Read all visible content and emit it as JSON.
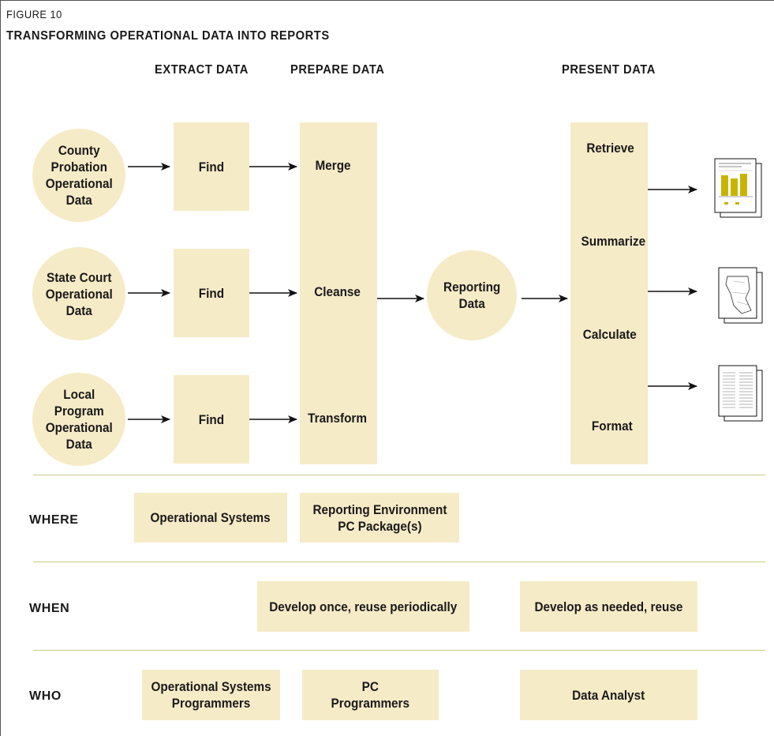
{
  "figure": {
    "label": "FIGURE 10",
    "title": "TRANSFORMING OPERATIONAL DATA INTO REPORTS"
  },
  "stages": {
    "extract": "EXTRACT DATA",
    "prepare": "PREPARE DATA",
    "present": "PRESENT DATA"
  },
  "sources": [
    "County\nProbation\nOperational\nData",
    "State Court\nOperational\nData",
    "Local\nProgram\nOperational\nData"
  ],
  "extract_steps": [
    "Find",
    "Find",
    "Find"
  ],
  "prepare_steps": [
    "Merge",
    "Cleanse",
    "Transform"
  ],
  "reporting": "Reporting\nData",
  "present_steps": [
    "Retrieve",
    "Summarize",
    "Calculate",
    "Format"
  ],
  "outputs": [
    "chart-report-icon",
    "map-report-icon",
    "text-report-icon"
  ],
  "rows": {
    "where": {
      "label": "WHERE",
      "cells": [
        "Operational Systems",
        "Reporting Environment\nPC Package(s)"
      ]
    },
    "when": {
      "label": "WHEN",
      "cells": [
        "Develop once, reuse periodically",
        "Develop as needed, reuse"
      ]
    },
    "who": {
      "label": "WHO",
      "cells": [
        "Operational Systems\nProgrammers",
        "PC\nProgrammers",
        "Data Analyst"
      ]
    }
  },
  "colors": {
    "fill": "#f6ebc7",
    "divider": "#c9c98a",
    "accent": "#c8b400"
  }
}
